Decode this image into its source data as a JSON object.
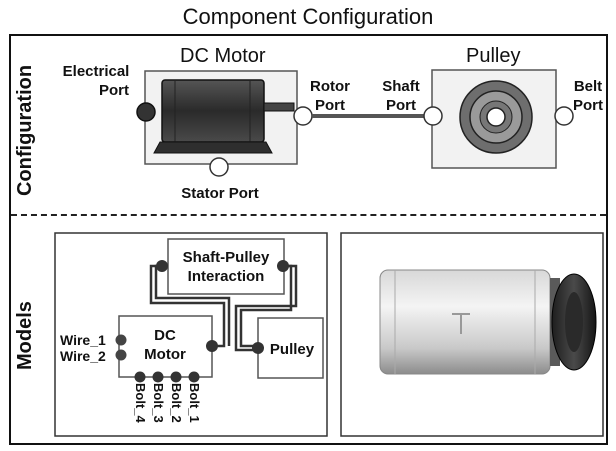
{
  "title": "Component Configuration",
  "sections": {
    "configuration": "Configuration",
    "models": "Models"
  },
  "configuration": {
    "dc_motor": {
      "title": "DC Motor",
      "electrical_port": [
        "Electrical",
        "Port"
      ],
      "rotor_port": [
        "Rotor",
        "Port"
      ],
      "stator_port": "Stator Port"
    },
    "pulley": {
      "title": "Pulley",
      "shaft_port": [
        "Shaft",
        "Port"
      ],
      "belt_port": [
        "Belt",
        "Port"
      ]
    }
  },
  "models": {
    "interaction": [
      "Shaft-Pulley",
      "Interaction"
    ],
    "motor": [
      "DC",
      "Motor"
    ],
    "pulley": "Pulley",
    "wires": [
      "Wire_1",
      "Wire_2"
    ],
    "bolts": [
      "Bolt_4",
      "Bolt_3",
      "Bolt_2",
      "Bolt_1"
    ]
  },
  "colors": {
    "motor_body": "#3a3a3a",
    "port_dark": "#333333",
    "port_light": "#ffffff",
    "box_fill": "#f2f2f2",
    "pulley_outer": "#6e6e6e",
    "pulley_ring": "#9a9a9a"
  }
}
